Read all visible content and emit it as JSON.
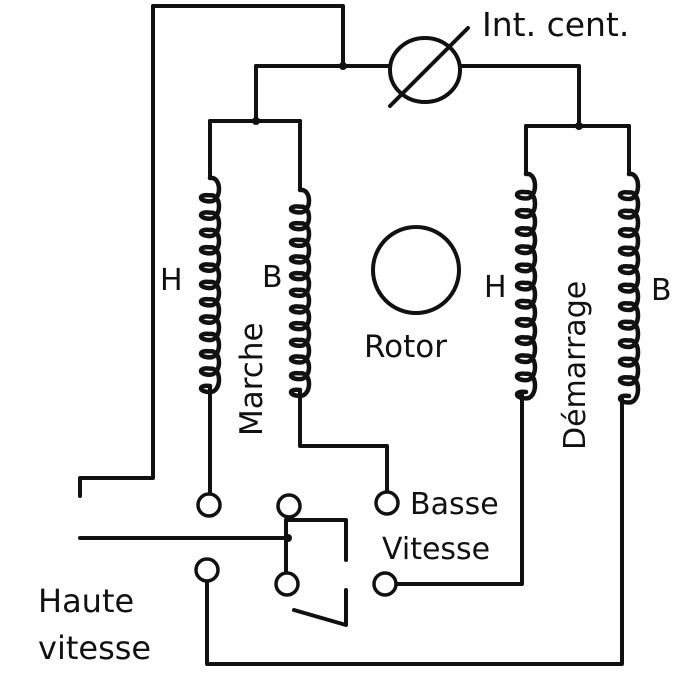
{
  "labels": {
    "switch": "Int. cent.",
    "rotor": "Rotor",
    "marche": "Marche",
    "demarrage": "Démarrage",
    "marche_h": "H",
    "marche_b": "B",
    "demarrage_h": "H",
    "demarrage_b": "B",
    "basse_line1": "Basse",
    "basse_line2": "Vitesse",
    "haute_line1": "Haute",
    "haute_line2": "vitesse"
  },
  "colors": {
    "ink": "#111111",
    "paper": "#ffffff"
  },
  "icons": {
    "centrifugal_switch": "switch-circle-slash-icon",
    "rotor": "circle-icon",
    "winding": "coil-icon",
    "terminal": "open-circle-terminal-icon"
  }
}
